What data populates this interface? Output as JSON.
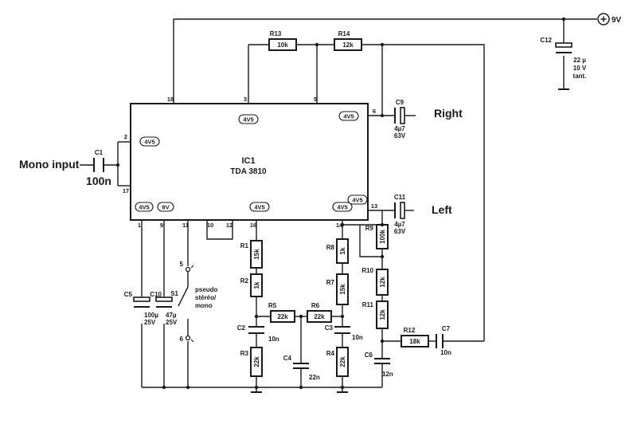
{
  "ic": {
    "name": "IC1",
    "type": "TDA 3810"
  },
  "supply": {
    "label": "9V"
  },
  "io": {
    "mono_input": "Mono input",
    "right": "Right",
    "left": "Left"
  },
  "switch": {
    "name": "S1",
    "label_line1": "pseudo",
    "label_line2": "stéréo/",
    "label_line3": "mono",
    "pos_a": "5",
    "pos_b": "6"
  },
  "pins": [
    "18",
    "3",
    "5",
    "6",
    "2",
    "17",
    "1",
    "9",
    "11",
    "10",
    "12",
    "16",
    "14",
    "13"
  ],
  "voltage_tags": {
    "v45": "4V5",
    "v9": "9V"
  },
  "resistors": {
    "R1": {
      "name": "R1",
      "value": "15k"
    },
    "R2": {
      "name": "R2",
      "value": "1k"
    },
    "R3": {
      "name": "R3",
      "value": "22k"
    },
    "R4": {
      "name": "R4",
      "value": "22k"
    },
    "R5": {
      "name": "R5",
      "value": "22k"
    },
    "R6": {
      "name": "R6",
      "value": "22k"
    },
    "R7": {
      "name": "R7",
      "value": "15k"
    },
    "R8": {
      "name": "R8",
      "value": "1k"
    },
    "R9": {
      "name": "R9",
      "value": "100k"
    },
    "R10": {
      "name": "R10",
      "value": "12k"
    },
    "R11": {
      "name": "R11",
      "value": "12k"
    },
    "R12": {
      "name": "R12",
      "value": "18k"
    },
    "R13": {
      "name": "R13",
      "value": "10k"
    },
    "R14": {
      "name": "R14",
      "value": "12k"
    }
  },
  "capacitors": {
    "C1": {
      "name": "C1",
      "value": "100n"
    },
    "C2": {
      "name": "C2",
      "value": "10n"
    },
    "C3": {
      "name": "C3",
      "value": "10n"
    },
    "C4": {
      "name": "C4",
      "value": "22n"
    },
    "C5": {
      "name": "C5",
      "value1": "100µ",
      "value2": "25V"
    },
    "C6": {
      "name": "C6",
      "value": "12n"
    },
    "C7": {
      "name": "C7",
      "value": "10n"
    },
    "C9": {
      "name": "C9",
      "value1": "4µ7",
      "value2": "63V"
    },
    "C10": {
      "name": "C10",
      "value1": "47µ",
      "value2": "25V"
    },
    "C11": {
      "name": "C11",
      "value1": "4µ7",
      "value2": "63V"
    },
    "C12": {
      "name": "C12",
      "value1": "22 µ",
      "value2": "10 V",
      "value3": "tant."
    }
  }
}
